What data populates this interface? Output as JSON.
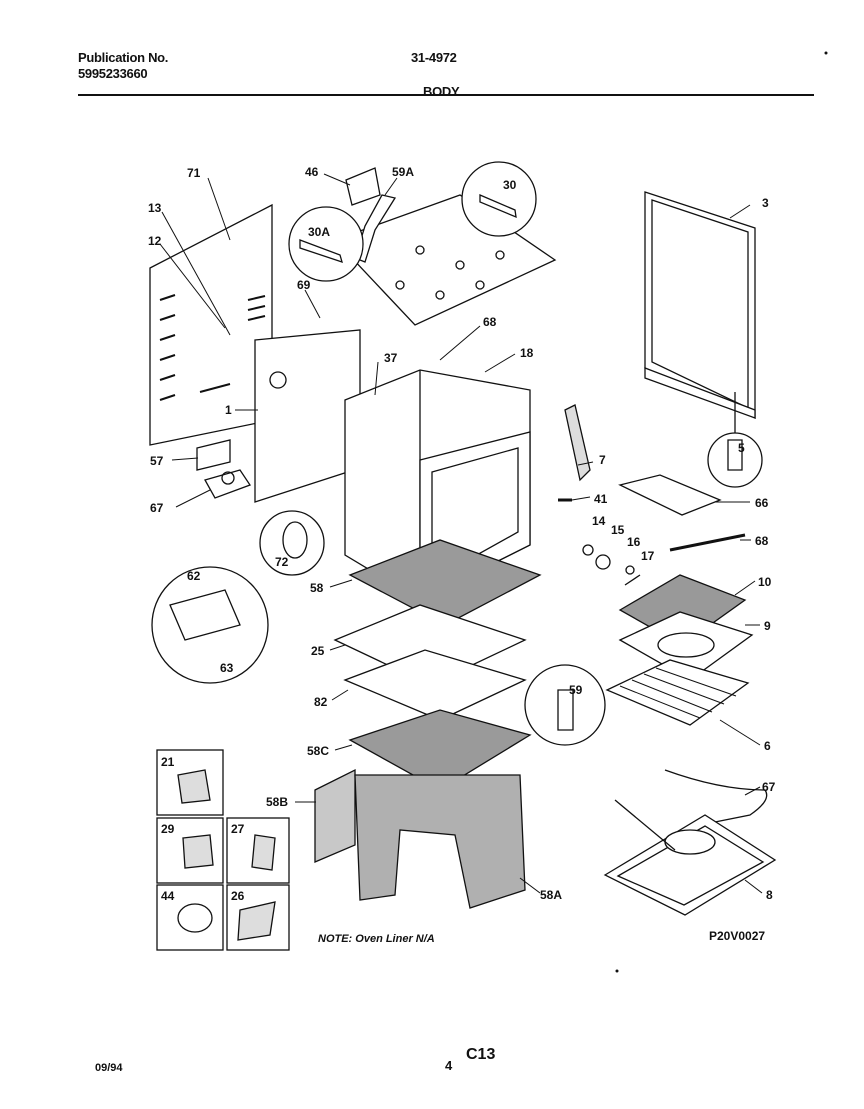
{
  "header": {
    "publication_label": "Publication No.",
    "publication_number": "5995233660",
    "model_number": "31-4972",
    "section_title": "BODY"
  },
  "footer": {
    "date": "09/94",
    "page_number": "4",
    "page_code": "C13"
  },
  "diagram": {
    "drawing_id": "P20V0027",
    "note": "NOTE: Oven Liner N/A",
    "callouts": [
      "71",
      "46",
      "59A",
      "30",
      "3",
      "13",
      "12",
      "30A",
      "69",
      "68",
      "18",
      "37",
      "1",
      "57",
      "67",
      "7",
      "41",
      "5",
      "66",
      "14",
      "15",
      "16",
      "17",
      "68",
      "72",
      "58",
      "10",
      "9",
      "62",
      "63",
      "25",
      "82",
      "59",
      "6",
      "21",
      "58C",
      "58B",
      "67",
      "29",
      "27",
      "8",
      "44",
      "26",
      "58A"
    ]
  },
  "colors": {
    "ink": "#111111",
    "paper": "#ffffff"
  }
}
